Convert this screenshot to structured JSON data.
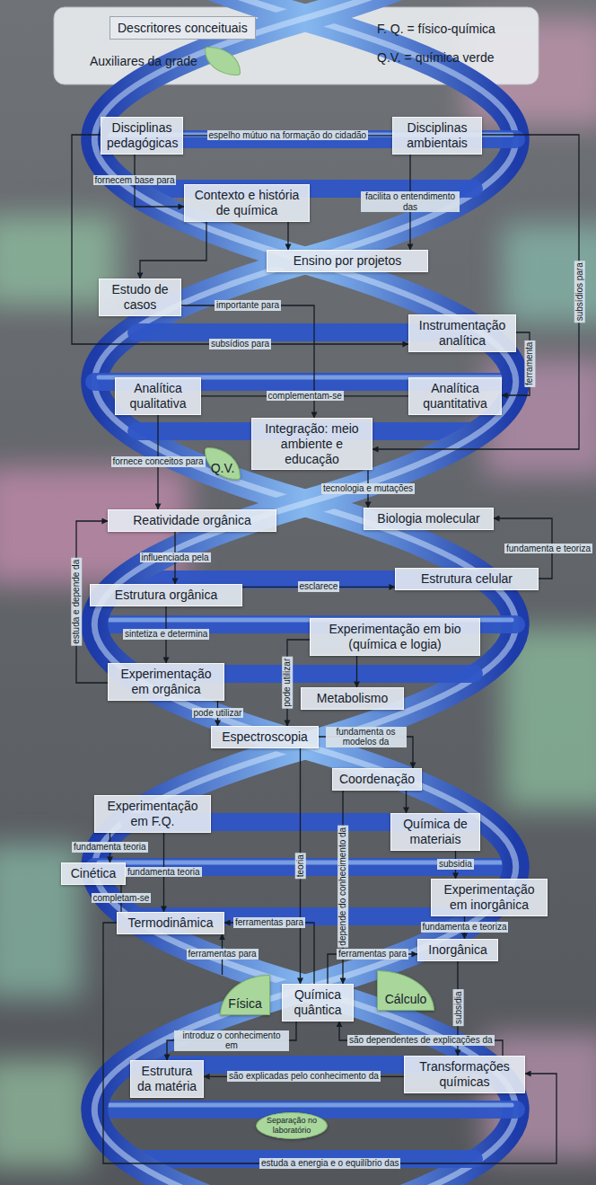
{
  "diagram": {
    "nodes": [
      {
        "text": [
          "Disciplinas pedagógicas"
        ]
      },
      {
        "text": [
          "Disciplinas ambientais"
        ]
      },
      {
        "text": [
          "Contexto e história de química"
        ]
      },
      {
        "text": [
          "Ensino por projetos"
        ]
      },
      {
        "text": [
          "Estudo de casos"
        ]
      },
      {
        "text": [
          "Instrumentação analítica"
        ]
      },
      {
        "text": [
          "Analítica qualitativa"
        ]
      },
      {
        "text": [
          "Analítica quantitativa"
        ]
      },
      {
        "text": [
          "Integração: meio ambiente e educação"
        ]
      },
      {
        "text": [
          "Q.V."
        ]
      },
      {
        "text": [
          "Reatividade orgânica"
        ]
      },
      {
        "text": [
          "Biologia molecular"
        ]
      },
      {
        "text": [
          "Estrutura celular"
        ]
      },
      {
        "text": [
          "Estrutura orgânica"
        ]
      },
      {
        "text": [
          "Experimentação em bio (química e logia)"
        ]
      },
      {
        "text": [
          "Experimentação em orgânica"
        ]
      },
      {
        "text": [
          "Metabolismo"
        ]
      },
      {
        "text": [
          "Espectroscopia"
        ]
      },
      {
        "text": [
          "Coordenação"
        ]
      },
      {
        "text": [
          "Experimentação em F.Q."
        ]
      },
      {
        "text": [
          "Química de materiais"
        ]
      },
      {
        "text": [
          "Cinética"
        ]
      },
      {
        "text": [
          "Experimentação em inorgânica"
        ]
      },
      {
        "text": [
          "Termodinâmica"
        ]
      },
      {
        "text": [
          "Inorgânica"
        ]
      },
      {
        "text": [
          "Física"
        ]
      },
      {
        "text": [
          "Química quântica"
        ]
      },
      {
        "text": [
          "Cálculo"
        ]
      },
      {
        "text": [
          "Estrutura da matéria"
        ]
      },
      {
        "text": [
          "Transformações químicas"
        ]
      },
      {
        "text": [
          "Separação no laboratório"
        ]
      }
    ],
    "edges": [
      {
        "from": 0,
        "to": 1,
        "label": "espelho mútuo na formação do cidadão",
        "arrow": "none"
      },
      {
        "from": 0,
        "to": 2,
        "label": "fornecem base para",
        "arrow": "to"
      },
      {
        "from": 1,
        "to": 3,
        "label": "facilita o entendimento das",
        "arrow": "to"
      },
      {
        "from": 1,
        "to": 8,
        "label": "subsídios para",
        "arrow": "to"
      },
      {
        "from": 2,
        "to": 3,
        "arrow": "to"
      },
      {
        "from": 2,
        "to": 4,
        "arrow": "to"
      },
      {
        "from": 4,
        "to": 8,
        "label": "importante para",
        "arrow": "to"
      },
      {
        "from": 0,
        "to": 5,
        "label": "subsídios para",
        "arrow": "to"
      },
      {
        "from": 5,
        "to": 7,
        "label": "ferramenta",
        "arrow": "to"
      },
      {
        "from": 6,
        "to": 7,
        "label": "complementam-se",
        "arrow": "none"
      },
      {
        "from": 6,
        "to": 10,
        "label": "fornece conceitos para",
        "arrow": "to"
      },
      {
        "from": 8,
        "to": 11,
        "label": "tecnologia e mutações",
        "arrow": "to"
      },
      {
        "from": 10,
        "to": 13,
        "label": "influenciada pela",
        "arrow": "to"
      },
      {
        "from": 13,
        "to": 12,
        "label": "esclarece",
        "arrow": "to"
      },
      {
        "from": 12,
        "to": 11,
        "label": "fundamenta e teoriza",
        "arrow": "to"
      },
      {
        "from": 13,
        "to": 15,
        "label": "sintetiza e determina",
        "arrow": "to"
      },
      {
        "from": 15,
        "to": 10,
        "label": "estuda e depende da",
        "arrow": "to"
      },
      {
        "from": 14,
        "to": 16,
        "arrow": "to"
      },
      {
        "from": 15,
        "to": 17,
        "label": "pode utilizar",
        "arrow": "to"
      },
      {
        "from": 14,
        "to": 17,
        "label": "pode utilizar",
        "arrow": "to"
      },
      {
        "from": 17,
        "to": 18,
        "label": "fundamenta os modelos da",
        "arrow": "to"
      },
      {
        "from": 18,
        "to": 20,
        "arrow": "to"
      },
      {
        "from": 20,
        "to": 22,
        "label": "subsidia",
        "arrow": "to"
      },
      {
        "from": 19,
        "to": 21,
        "label": "fundamenta teoria",
        "arrow": "to"
      },
      {
        "from": 19,
        "to": 23,
        "label": "fundamenta teoria",
        "arrow": "to"
      },
      {
        "from": 21,
        "to": 23,
        "label": "completam-se",
        "arrow": "none"
      },
      {
        "from": 17,
        "to": 26,
        "label": "teoria",
        "arrow": "to"
      },
      {
        "from": 26,
        "to": 23,
        "label": "ferramentas para",
        "arrow": "to"
      },
      {
        "from": 25,
        "to": 23,
        "label": "ferramentas para",
        "arrow": "to"
      },
      {
        "from": 26,
        "to": 24,
        "label": "ferramentas para",
        "arrow": "to"
      },
      {
        "from": 18,
        "to": 26,
        "label": "depende do conhecimento da",
        "arrow": "to"
      },
      {
        "from": 22,
        "to": 24,
        "label": "fundamenta e teoriza",
        "arrow": "to"
      },
      {
        "from": 24,
        "to": 29,
        "label": "subsidia",
        "arrow": "to"
      },
      {
        "from": 26,
        "to": 28,
        "label": "introduz o conhecimento em",
        "arrow": "to"
      },
      {
        "from": 29,
        "to": 26,
        "label": "são dependentes de explicações da",
        "arrow": "to"
      },
      {
        "from": 29,
        "to": 28,
        "label": "são explicadas pelo conhecimento da",
        "arrow": "to"
      },
      {
        "from": 23,
        "to": 29,
        "label": "estuda a energia e o equilíbrio das",
        "arrow": "to"
      }
    ],
    "labels": [
      "F. Q. = físico-química",
      "Q.V. = química verde"
    ],
    "legend": [
      {
        "text": "Descritores conceituais",
        "color": "#e6eaef"
      },
      {
        "text": "Auxiliares da grade",
        "color": "#a9d69b"
      }
    ]
  }
}
